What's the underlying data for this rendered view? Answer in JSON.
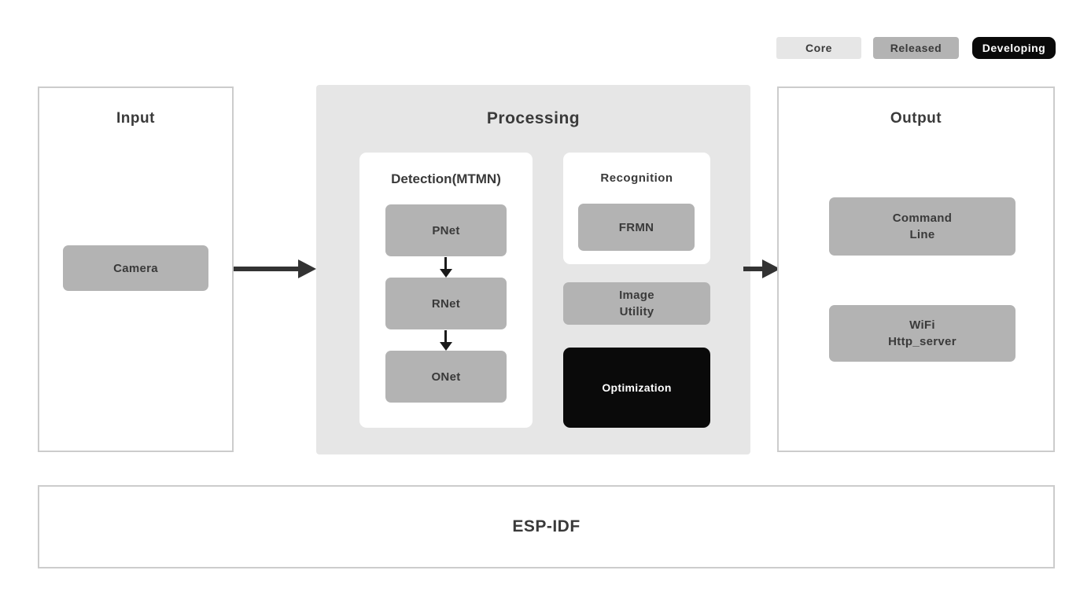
{
  "legend": {
    "items": [
      {
        "label": "Core",
        "color": "#e6e6e6",
        "text_color": "#3a3a3a"
      },
      {
        "label": "Released",
        "color": "#b3b3b3",
        "text_color": "#3a3a3a"
      },
      {
        "label": "Developing",
        "color": "#0a0a0a",
        "text_color": "#ffffff"
      }
    ]
  },
  "input": {
    "title": "Input",
    "camera": {
      "label": "Camera",
      "status": "released"
    }
  },
  "processing": {
    "title": "Processing",
    "status": "core",
    "detection": {
      "title": "Detection(MTMN)",
      "nodes": [
        {
          "label": "PNet",
          "status": "released"
        },
        {
          "label": "RNet",
          "status": "released"
        },
        {
          "label": "ONet",
          "status": "released"
        }
      ]
    },
    "recognition": {
      "title": "Recognition",
      "node": {
        "label": "FRMN",
        "status": "released"
      }
    },
    "image_utility": {
      "line1": "Image",
      "line2": "Utility",
      "status": "released"
    },
    "optimization": {
      "label": "Optimization",
      "status": "developing"
    }
  },
  "output": {
    "title": "Output",
    "command_line": {
      "line1": "Command",
      "line2": "Line",
      "status": "released"
    },
    "wifi": {
      "line1": "WiFi",
      "line2": "Http_server",
      "status": "released"
    }
  },
  "base": {
    "title": "ESP-IDF"
  },
  "colors": {
    "page_background": "#ffffff",
    "core": "#e6e6e6",
    "released": "#b3b3b3",
    "developing": "#0a0a0a",
    "panel_border": "#cccccc",
    "text_dark": "#3a3a3a",
    "text_light": "#ffffff",
    "arrow": "#333333"
  }
}
